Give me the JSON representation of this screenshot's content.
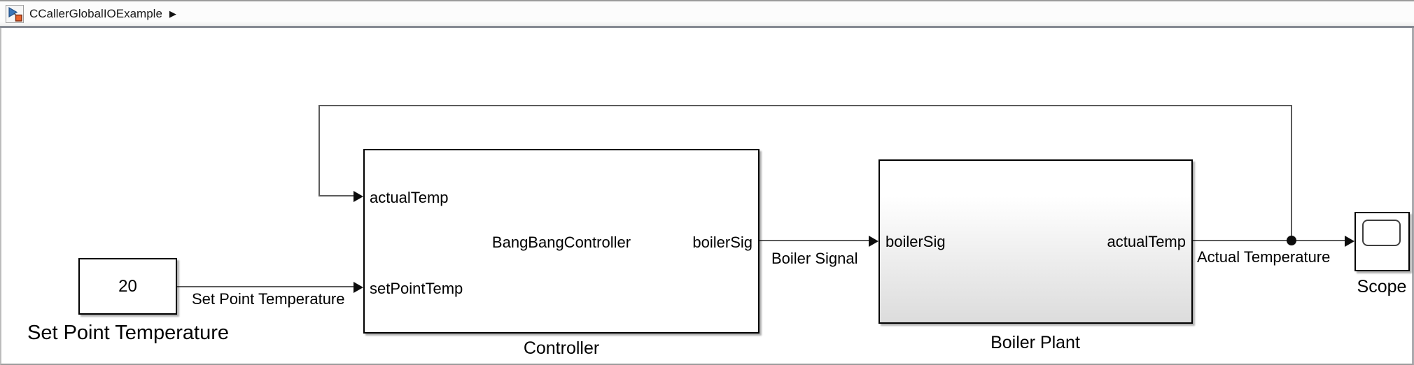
{
  "header": {
    "breadcrumb": "CCallerGlobalIOExample",
    "arrow": "▶",
    "model_icon": "simulink-model-icon"
  },
  "blocks": {
    "constant": {
      "value": "20",
      "name": "Set Point Temperature"
    },
    "controller": {
      "name": "Controller",
      "function_label": "BangBangController",
      "inputs": [
        "actualTemp",
        "setPointTemp"
      ],
      "output": "boilerSig"
    },
    "boiler": {
      "name": "Boiler Plant",
      "input": "boilerSig",
      "output": "actualTemp"
    },
    "scope": {
      "name": "Scope"
    }
  },
  "signals": {
    "set_point": "Set Point Temperature",
    "boiler_signal": "Boiler Signal",
    "actual_temperature": "Actual Temperature"
  },
  "colors": {
    "wire": "#5b5b5b",
    "block_border": "#000000",
    "boiler_gradient_bottom": "#dcdcdc",
    "titlebar_divider": "#868a93",
    "icon_blue": "#3a76b8",
    "icon_orange": "#e8622a"
  }
}
